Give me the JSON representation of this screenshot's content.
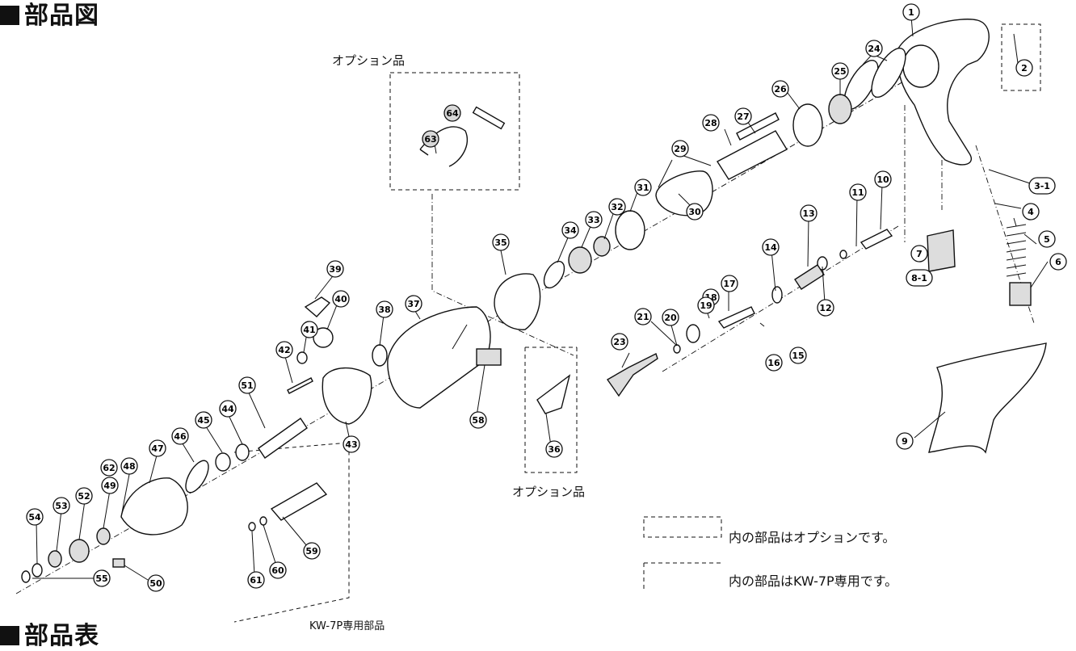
{
  "heading_top": "部品図",
  "heading_bottom": "部品表",
  "option_label_top": "オプション品",
  "option_label_mid": "オプション品",
  "kw_label": "KW-7P専用部品",
  "legend": {
    "option_text": "内の部品はオプションです。",
    "kw_text": "内の部品はKW-7P専用です。"
  },
  "balloons": [
    "1",
    "2",
    "3-1",
    "4",
    "5",
    "6",
    "7",
    "8-1",
    "9",
    "10",
    "11",
    "12",
    "13",
    "14",
    "15",
    "16",
    "17",
    "18",
    "19",
    "20",
    "21",
    "23",
    "24",
    "25",
    "26",
    "27",
    "28",
    "29",
    "30",
    "31",
    "32",
    "33",
    "34",
    "35",
    "36",
    "37",
    "38",
    "39",
    "40",
    "41",
    "42",
    "43",
    "44",
    "45",
    "46",
    "47",
    "48",
    "49",
    "50",
    "51",
    "52",
    "53",
    "54",
    "55",
    "58",
    "59",
    "60",
    "61",
    "62",
    "63",
    "64"
  ]
}
